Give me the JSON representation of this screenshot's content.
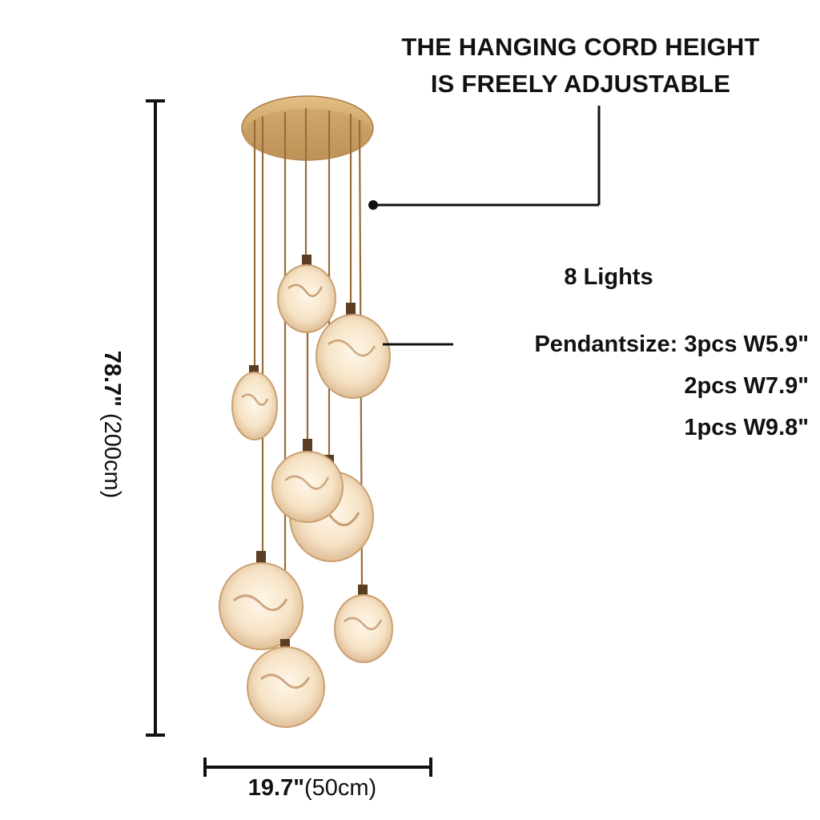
{
  "headline": {
    "line1": "THE HANGING CORD HEIGHT",
    "line2": "IS FREELY ADJUSTABLE"
  },
  "lights_count": "8 Lights",
  "pendant_sizes": {
    "line1": "Pendantsize: 3pcs W5.9\"",
    "line2": "2pcs W7.9\"",
    "line3": "1pcs W9.8\""
  },
  "height_dimension": {
    "imperial": "78.7\"",
    "metric": "(200cm)"
  },
  "width_dimension": {
    "imperial": "19.7\"",
    "metric": "(50cm)"
  },
  "colors": {
    "canopy": "#c9a066",
    "cord": "#a0743f",
    "disc": "#f6e3c6",
    "veins": "#a66a35",
    "line": "#111111"
  }
}
